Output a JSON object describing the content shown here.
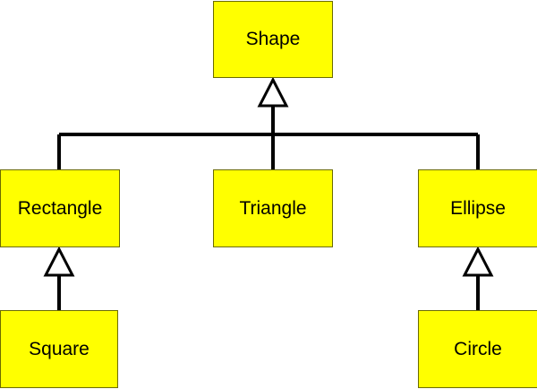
{
  "colors": {
    "node_fill": "#ffff00",
    "node_border": "#6b6b00",
    "line": "#000000",
    "arrow_fill": "#ffffff"
  },
  "nodes": {
    "shape": {
      "label": "Shape"
    },
    "rectangle": {
      "label": "Rectangle"
    },
    "triangle": {
      "label": "Triangle"
    },
    "ellipse": {
      "label": "Ellipse"
    },
    "square": {
      "label": "Square"
    },
    "circle": {
      "label": "Circle"
    }
  },
  "relations": [
    {
      "from": "rectangle",
      "to": "shape",
      "kind": "inheritance"
    },
    {
      "from": "triangle",
      "to": "shape",
      "kind": "inheritance"
    },
    {
      "from": "ellipse",
      "to": "shape",
      "kind": "inheritance"
    },
    {
      "from": "square",
      "to": "rectangle",
      "kind": "inheritance"
    },
    {
      "from": "circle",
      "to": "ellipse",
      "kind": "inheritance"
    }
  ]
}
